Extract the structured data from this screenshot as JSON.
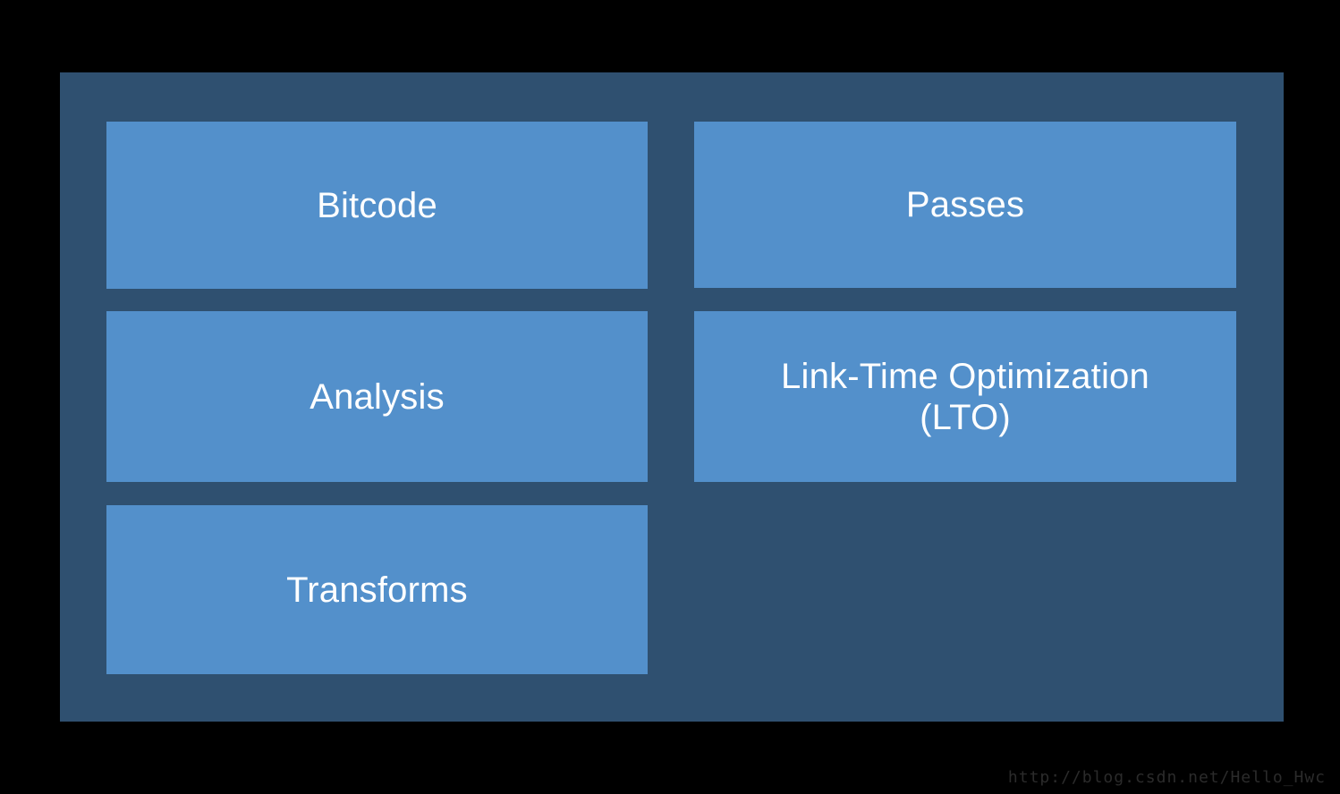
{
  "theme": {
    "page_background": "#000000",
    "panel_background": "#2f5070",
    "box_background": "#5390cb",
    "box_text_color": "#ffffff",
    "watermark_color": "#2b2b2b"
  },
  "diagram": {
    "type": "grouped-boxes",
    "columns": [
      {
        "id": "left",
        "boxes": [
          {
            "id": "bitcode",
            "label": "Bitcode"
          },
          {
            "id": "analysis",
            "label": "Analysis"
          },
          {
            "id": "transforms",
            "label": "Transforms"
          }
        ]
      },
      {
        "id": "right",
        "boxes": [
          {
            "id": "passes",
            "label": "Passes"
          },
          {
            "id": "lto",
            "label_line1": "Link-Time Optimization",
            "label_line2": "(LTO)"
          }
        ]
      }
    ]
  },
  "watermark": {
    "text": "http://blog.csdn.net/Hello_Hwc"
  }
}
